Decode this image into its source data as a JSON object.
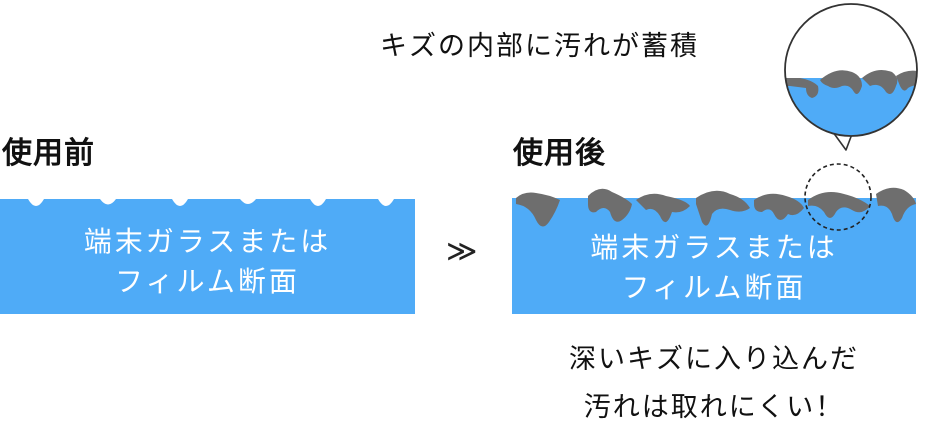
{
  "before": {
    "heading": "使用前",
    "label_line1": "端末ガラスまたは",
    "label_line2": "フィルム断面"
  },
  "after": {
    "heading": "使用後",
    "label_line1": "端末ガラスまたは",
    "label_line2": "フィルム断面"
  },
  "arrow_glyph": "≫",
  "callout": {
    "title": "キズの内部に汚れが蓄積"
  },
  "caption": {
    "line1": "深いキズに入り込んだ",
    "line2": "汚れは取れにくい！"
  },
  "colors": {
    "surface_blue": "#4fabf7",
    "dirt_gray": "#6e6e6e",
    "text": "#111111",
    "background": "#ffffff"
  }
}
